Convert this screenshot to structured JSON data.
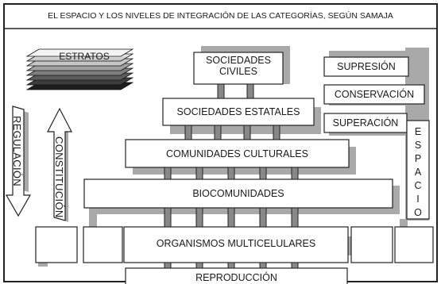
{
  "title": "EL ESPACIO Y LOS NIVELES DE INTEGRACIÓN DE LAS CATEGORÍAS, SEGÚN SAMAJA",
  "strata_label": "ESTRATOS",
  "arrows": {
    "regulation": "REGULACIÓN",
    "constitution": "CONSTITUCIÓN"
  },
  "levels": {
    "civil_societies": [
      "SOCIEDADES",
      "CIVILES"
    ],
    "state_societies": "SOCIEDADES ESTATALES",
    "cultural_communities": "COMUNIDADES CULTURALES",
    "biocommunities": "BIOCOMUNIDADES",
    "multicellular_organisms": "ORGANISMOS MULTICELULARES",
    "reproduction": "REPRODUCCIÓN"
  },
  "space_processes": [
    "SUPRESIÓN",
    "CONSERVACIÓN",
    "SUPERACIÓN"
  ],
  "space_label": "E S P A C I O",
  "colors": {
    "frame": "#222222",
    "shadow": "#a9a9a9",
    "box": "#ffffff",
    "text": "#1a1a1a"
  }
}
